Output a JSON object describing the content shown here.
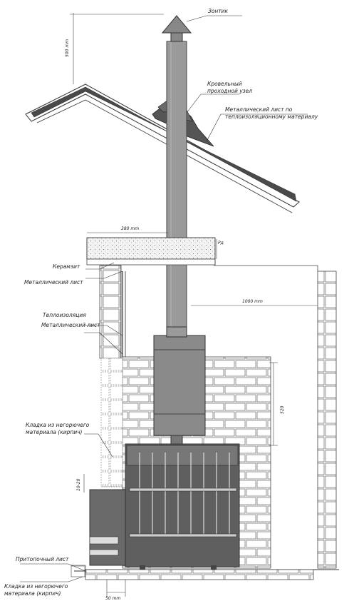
{
  "labels": {
    "cap": "Зонтик",
    "roof_pass": "Кровельный проходной узел",
    "roof_pass_line1": "Кровельный",
    "roof_pass_line2": "проходной узел",
    "metal_sheet_insul_line1": "Металлический лист по",
    "metal_sheet_insul_line2": "теплоизоляционному материалу",
    "ceramsite": "Керамзит",
    "metal_sheet_ceiling": "Металлический лист",
    "thermal_insulation": "Теплоизоляция",
    "metal_sheet_wall": "Металлический лист",
    "masonry_wall_line1": "Кладка из негорючего",
    "masonry_wall_line2": "материала (кирпич)",
    "pre_furnace_sheet": "Притопочный лист",
    "masonry_floor_line1": "Кладка из негорючего",
    "masonry_floor_line2": "материала (кирпич)"
  },
  "dimensions": {
    "above_roof": "500 mm",
    "ceiling_offset": "380 mm",
    "ceiling_gap": "1000 mm",
    "slab": "Рд",
    "tank_height": "520",
    "door_gap": "10-20",
    "floor_gap": "50 mm"
  },
  "colors": {
    "line": "#333333",
    "metal": "#8a8a8a",
    "metal_dark": "#5f5f5f",
    "roof_band": "#4a4a4a",
    "brick_stroke": "#7a7a7a",
    "accent": "#222222"
  }
}
